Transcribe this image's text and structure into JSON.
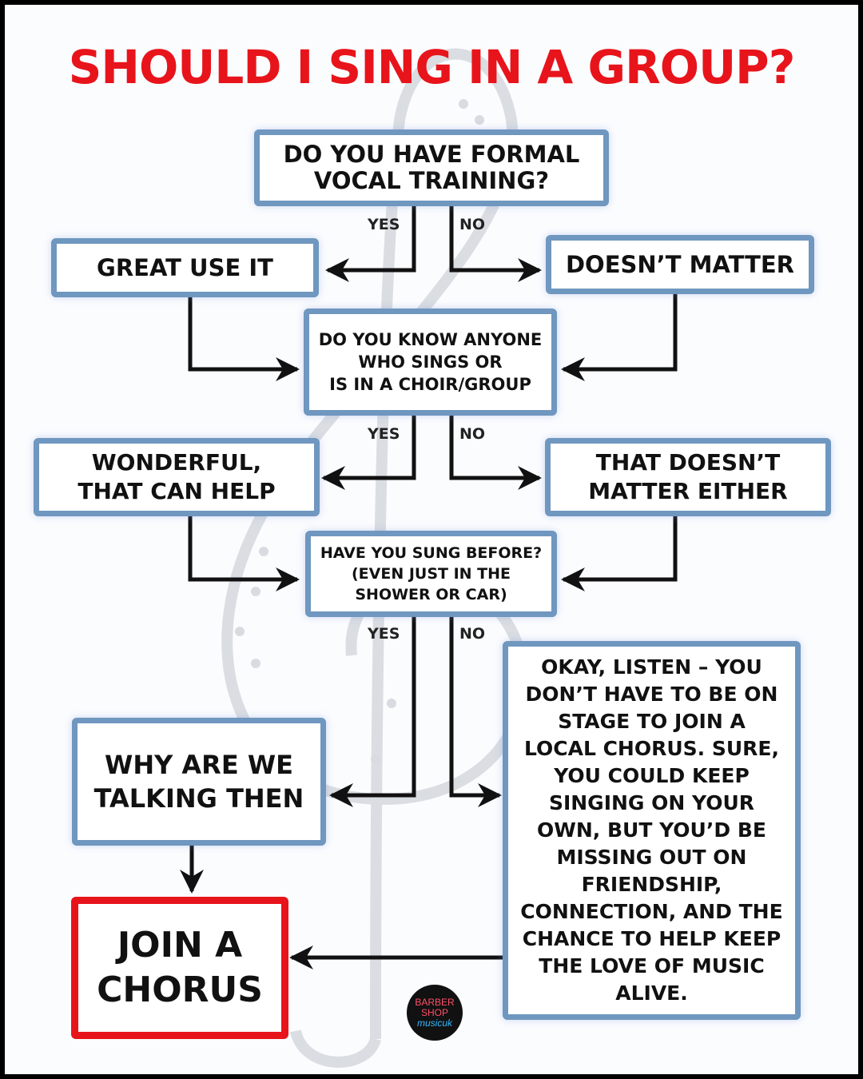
{
  "title": "SHOULD I SING IN A GROUP?",
  "colors": {
    "title": "#e8141b",
    "box_border": "#6f97bf",
    "final_border": "#e8141b",
    "arrow": "#111111"
  },
  "nodes": {
    "q1": "DO YOU HAVE FORMAL\nVOCAL TRAINING?",
    "q1_yes": "GREAT USE IT",
    "q1_no": "DOESN’T MATTER",
    "q2": "DO YOU KNOW ANYONE\nWHO SINGS OR\nIS IN A CHOIR/GROUP",
    "q2_yes": "WONDERFUL,\nTHAT CAN HELP",
    "q2_no": "THAT DOESN’T\nMATTER EITHER",
    "q3": "HAVE YOU SUNG BEFORE?\n(EVEN JUST IN THE\nSHOWER OR CAR)",
    "q3_yes": "WHY ARE WE\nTALKING THEN",
    "q3_no": "OKAY, LISTEN – YOU\nDON’T HAVE TO BE ON\nSTAGE TO JOIN A\nLOCAL CHORUS. SURE,\nYOU COULD KEEP\nSINGING ON YOUR\nOWN, BUT YOU’D BE\nMISSING OUT ON\nFRIENDSHIP,\nCONNECTION, AND THE\nCHANCE TO HELP KEEP\nTHE LOVE OF MUSIC\nALIVE.",
    "final": "JOIN A\nCHORUS"
  },
  "branch_labels": {
    "yes": "YES",
    "no": "NO"
  },
  "logo": {
    "line1": "BARBER",
    "line2": "SHOP",
    "line3": "musicuk"
  }
}
